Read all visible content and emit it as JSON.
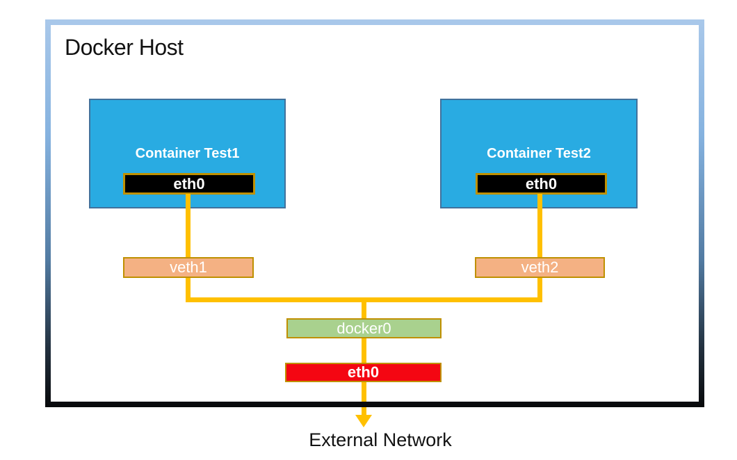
{
  "host": {
    "title": "Docker Host"
  },
  "containers": [
    {
      "label": "Container Test1",
      "interface": "eth0"
    },
    {
      "label": "Container Test2",
      "interface": "eth0"
    }
  ],
  "veths": [
    {
      "label": "veth1"
    },
    {
      "label": "veth2"
    }
  ],
  "bridge": {
    "label": "docker0"
  },
  "host_interface": {
    "label": "eth0"
  },
  "external": {
    "label": "External Network"
  },
  "colors": {
    "container_fill": "#29ABE2",
    "container_border": "#41719C",
    "interface_black_fill": "#000000",
    "gold_border": "#BF9000",
    "veth_fill": "#F4B183",
    "bridge_fill": "#A9D18E",
    "host_interface_fill": "#F40612",
    "connector": "#FFC000",
    "frame_gradient_top": "#A9C8EA",
    "frame_gradient_bottom": "#08090B",
    "label_text": "#FFFFFF",
    "title_text": "#121212"
  }
}
